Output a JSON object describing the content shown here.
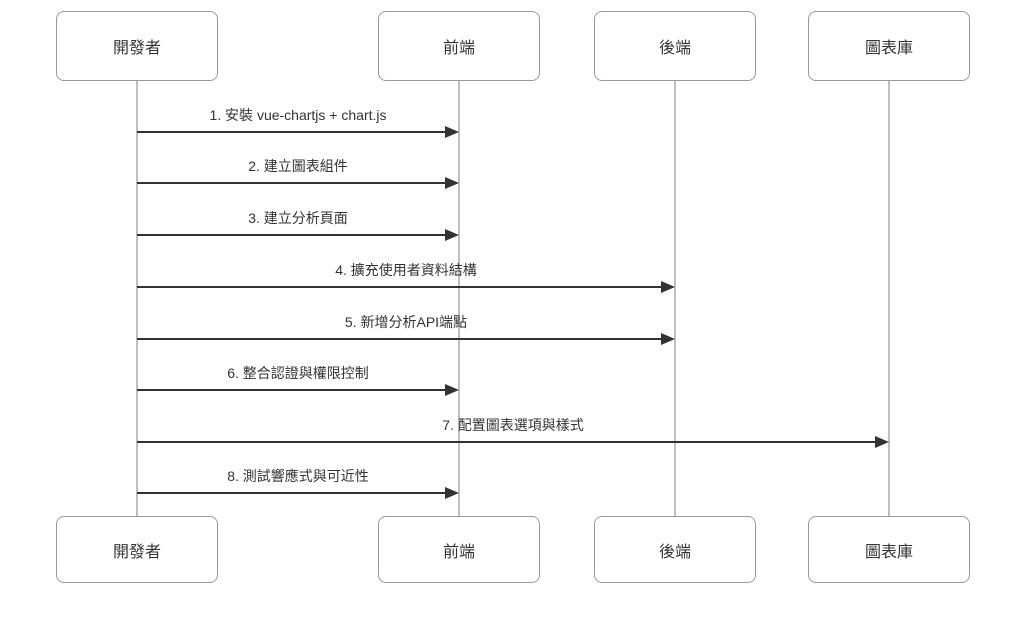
{
  "diagram": {
    "type": "sequence-diagram",
    "background": "#ffffff",
    "actors": [
      {
        "id": "developer",
        "label": "開發者"
      },
      {
        "id": "frontend",
        "label": "前端"
      },
      {
        "id": "backend",
        "label": "後端"
      },
      {
        "id": "chartlib",
        "label": "圖表庫"
      }
    ],
    "messages": [
      {
        "text": "1. 安裝 vue-chartjs + chart.js",
        "from": "developer",
        "to": "frontend"
      },
      {
        "text": "2. 建立圖表組件",
        "from": "developer",
        "to": "frontend"
      },
      {
        "text": "3. 建立分析頁面",
        "from": "developer",
        "to": "frontend"
      },
      {
        "text": "4. 擴充使用者資料結構",
        "from": "developer",
        "to": "backend"
      },
      {
        "text": "5. 新增分析API端點",
        "from": "developer",
        "to": "backend"
      },
      {
        "text": "6. 整合認證與權限控制",
        "from": "developer",
        "to": "frontend"
      },
      {
        "text": "7. 配置圖表選項與樣式",
        "from": "developer",
        "to": "chartlib"
      },
      {
        "text": "8. 測試響應式與可近性",
        "from": "developer",
        "to": "frontend"
      }
    ],
    "colors": {
      "actor_fill": "#ffffff",
      "actor_border": "#999999",
      "text": "#333333",
      "lifeline": "#aaaaaa",
      "arrow": "#333333"
    }
  }
}
